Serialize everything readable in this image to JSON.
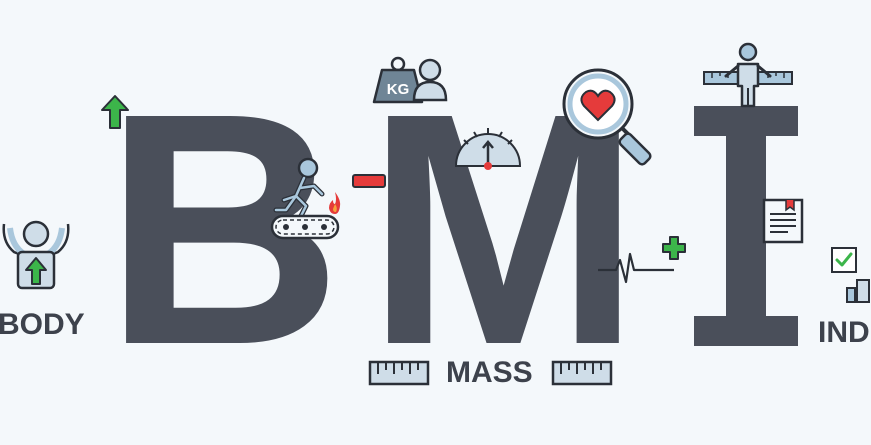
{
  "title_letters": {
    "b": "B",
    "m": "M"
  },
  "labels": {
    "body": "BODY",
    "mass": "MASS",
    "index": "IND"
  },
  "icons": {
    "weight_label": "KG",
    "names": [
      "arrow-up-icon",
      "flexing-man-icon",
      "treadmill-runner-icon",
      "flame-icon",
      "minus-icon",
      "kg-weight-icon",
      "person-icon",
      "scale-gauge-icon",
      "magnifier-heart-icon",
      "plus-icon",
      "heartbeat-line-icon",
      "standing-man-ruler-icon",
      "clipboard-icon",
      "checkbox-icon",
      "bar-chart-icon",
      "ruler-icon"
    ]
  },
  "colors": {
    "letters": "#4a4f5a",
    "background": "#f4f8fb",
    "accent_green": "#3cb54a",
    "accent_red": "#e53b3b",
    "accent_blue": "#a9c7dc"
  }
}
